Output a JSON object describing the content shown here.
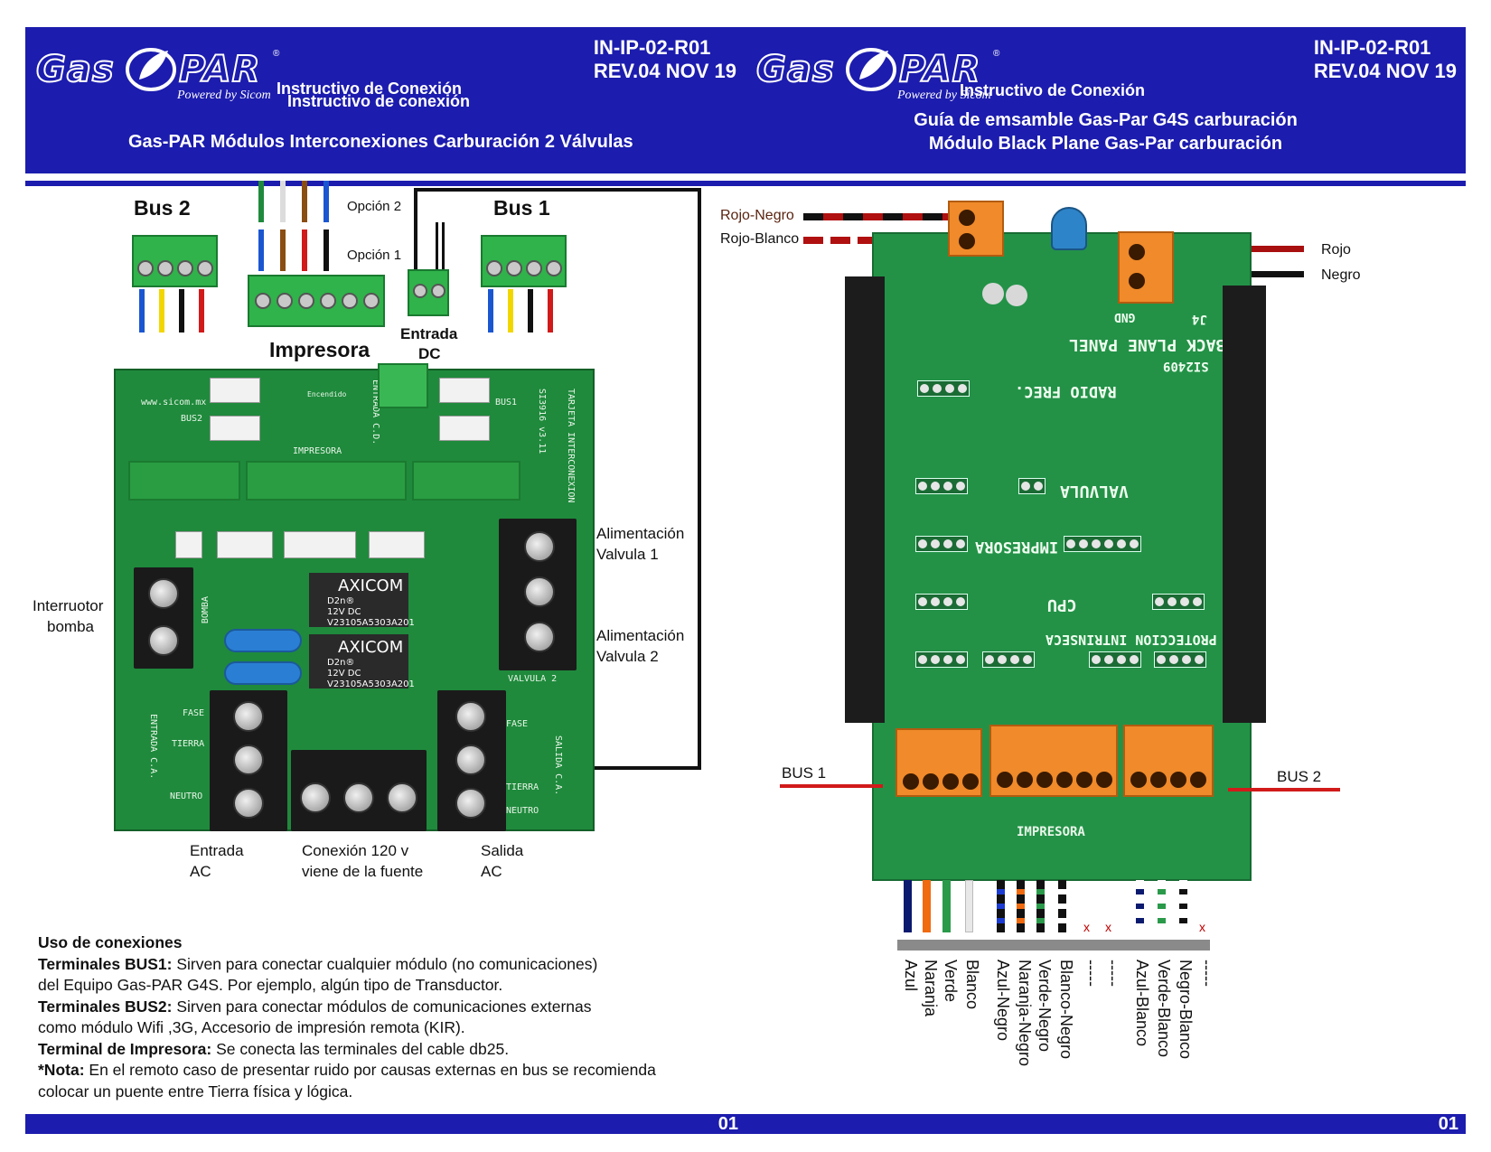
{
  "colors": {
    "header_blue": "#1c1cae",
    "pcb_green": "#1f8a3c",
    "terminal_green": "#2fb34a",
    "connector_orange": "#f08a2a",
    "bus_red": "#d11a1a"
  },
  "left": {
    "logo": {
      "word1": "Gas",
      "word2": "PAR",
      "registered": "®",
      "tagline": "Powered by Sicom"
    },
    "doc_code": "IN-IP-02-R01",
    "revision": "REV.04 NOV 19",
    "subtitle_1": "Instructivo de Conexión",
    "subtitle_2": "Instructivo de conexión",
    "title": "Gas-PAR Módulos Interconexiones Carburación 2 Válvulas",
    "labels": {
      "bus2": "Bus 2",
      "bus1": "Bus 1",
      "opcion2": "Opción 2",
      "opcion1": "Opción 1",
      "impresora": "Impresora",
      "entrada_dc_1": "Entrada",
      "entrada_dc_2": "DC",
      "alim_v1_1": "Alimentación",
      "alim_v1_2": "Valvula 1",
      "alim_v2_1": "Alimentación",
      "alim_v2_2": "Valvula 2",
      "interruptor_1": "Interruotor",
      "interruptor_2": "bomba",
      "entrada_ac_1": "Entrada",
      "entrada_ac_2": "AC",
      "conexion_1": "Conexión 120 v",
      "conexion_2": "viene de la fuente",
      "salida_ac_1": "Salida",
      "salida_ac_2": "AC"
    },
    "pcb": {
      "url": "www.sicom.mx",
      "bus2": "BUS2",
      "bus1": "BUS1",
      "impresora": "IMPRESORA",
      "encendido": "Encendido",
      "entrada_cd": "ENTRADA C.D.",
      "tarjeta": "TARJETA INTERCONEXION",
      "model": "SI3916 v3.11",
      "relay_brand": "AXICOM",
      "relay_spec_1": "D2n®",
      "relay_spec_2": "12V DC",
      "relay_spec_3": "V23105A5303A201",
      "fase": "FASE",
      "tierra": "TIERRA",
      "neutro": "NEUTRO",
      "bomba": "BOMBA",
      "valvula2": "VALVULA 2",
      "entrada_ca": "ENTRADA C.A.",
      "salida_ca": "SALIDA C.A."
    },
    "usage": {
      "heading": "Uso de conexiones",
      "bus1_label": "Terminales BUS1:",
      "bus1_text": " Sirven para conectar cualquier módulo (no comunicaciones)",
      "bus1_text2": "del Equipo Gas-PAR G4S. Por ejemplo, algún tipo de Transductor.",
      "bus2_label": "Terminales BUS2:",
      "bus2_text": " Sirven para conectar módulos de comunicaciones externas",
      "bus2_text2": "como módulo Wifi ,3G, Accesorio de impresión remota (KIR).",
      "imp_label": "Terminal de Impresora:",
      "imp_text": " Se conecta las terminales del cable db25.",
      "nota_label": "*Nota:",
      "nota_text": " En el remoto caso de presentar ruido por causas externas en bus se recomienda",
      "nota_text2": "colocar un puente entre Tierra física y lógica."
    },
    "page_number": "01"
  },
  "right": {
    "logo": {
      "word1": "Gas",
      "word2": "PAR",
      "registered": "®",
      "tagline": "Powered by Sicom"
    },
    "doc_code": "IN-IP-02-R01",
    "revision": "REV.04 NOV 19",
    "subtitle": "Instructivo de Conexión",
    "title_1": "Guía de emsamble Gas-Par G4S carburación",
    "title_2": "Módulo Black Plane Gas-Par  carburación",
    "labels": {
      "rojo_negro": "Rojo-Negro",
      "rojo_blanco": "Rojo-Blanco",
      "rojo": "Rojo",
      "negro": "Negro",
      "bus1": "BUS 1",
      "bus2": "BUS 2"
    },
    "pcb": {
      "back_plane": "BACK PLANE PANEL",
      "model": "SI2409",
      "radio": "RADIO FREC.",
      "valvula": "VALVULA",
      "impresora": "IMPRESORA",
      "cpu": "CPU",
      "proteccion": "PROTECCION INTRINSECA",
      "impresora_bottom": "IMPRESORA",
      "gnd": "GND",
      "j4": "J4"
    },
    "wire_labels": [
      "Azul",
      "Naranja",
      "Verde",
      "Blanco",
      "Azul-Negro",
      "Naranja-Negro",
      "Verde-Negro",
      "Blanco-Negro",
      "-----",
      "-----",
      "Azul-Blanco",
      "Verde-Blanco",
      "Negro-Blanco",
      "-----"
    ],
    "x_mark": "x",
    "page_number": "01"
  }
}
